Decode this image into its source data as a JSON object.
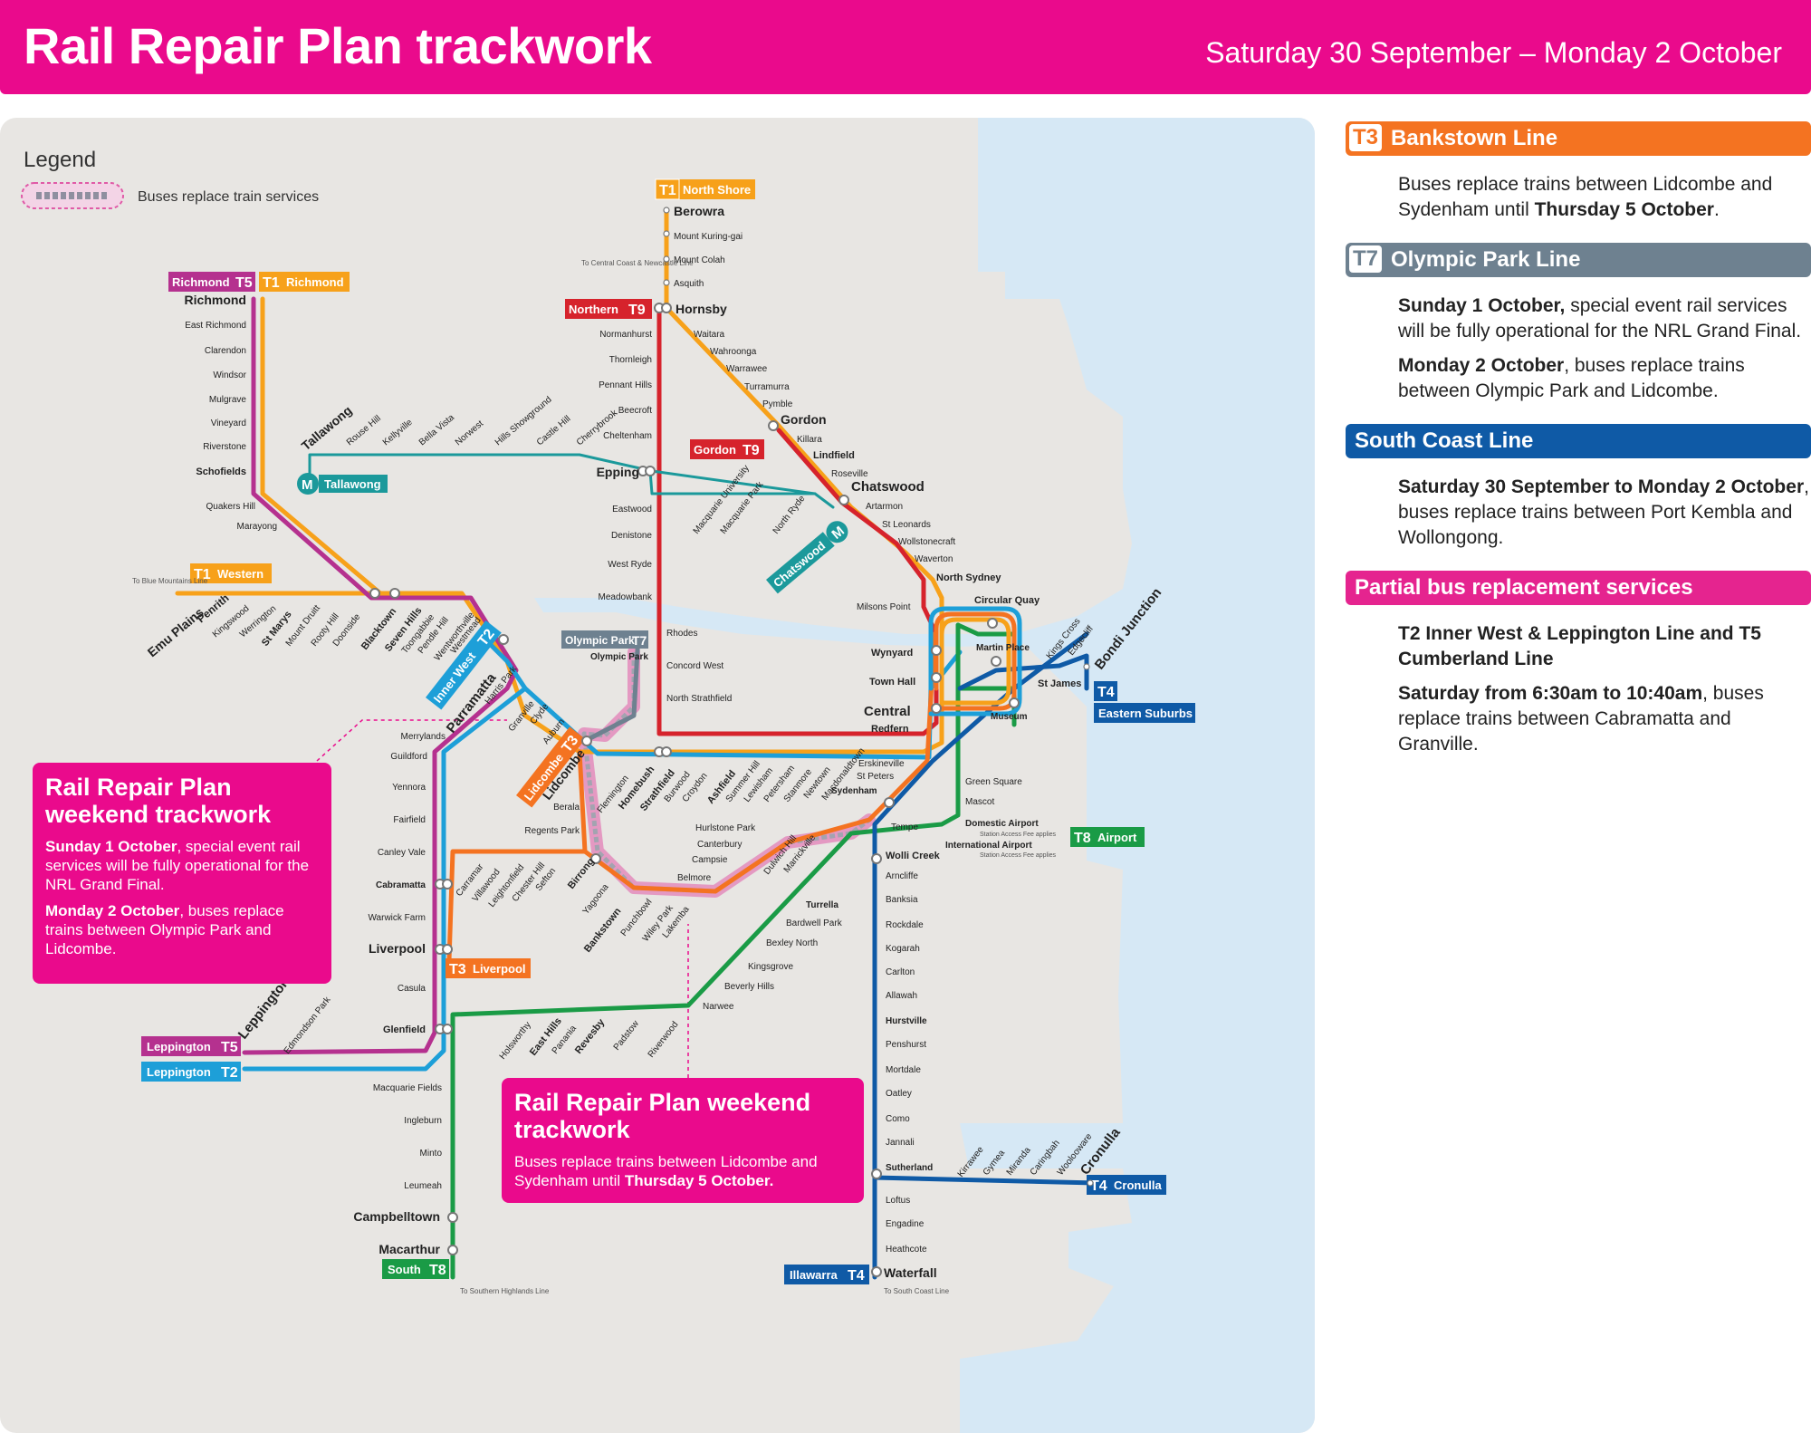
{
  "header": {
    "title": "Rail Repair Plan trackwork",
    "date_range": "Saturday 30 September – Monday 2 October"
  },
  "legend": {
    "title": "Legend",
    "bus_label": "Buses replace train services"
  },
  "colors": {
    "brand_pink": "#ea0a8c",
    "t1": "#f7a11a",
    "t2": "#1d9fd8",
    "t3": "#f47321",
    "t4": "#0f5aa6",
    "t5": "#b5318f",
    "t7": "#6e8190",
    "t8": "#1a9b46",
    "t9": "#d6232c",
    "metro": "#1b999b",
    "water": "#d6e8f5"
  },
  "side_panel": {
    "t3": {
      "code": "T3",
      "name": "Bankstown Line",
      "text_pre": "Buses replace trains between Lidcombe and Sydenham until ",
      "text_bold": "Thursday 5 October",
      "text_post": "."
    },
    "t7": {
      "code": "T7",
      "name": "Olympic Park Line",
      "p1_bold": "Sunday 1 October,",
      "p1_text": " special event rail services will be fully operational for the NRL Grand Final.",
      "p2_bold": "Monday 2 October",
      "p2_text": ", buses replace trains between Olympic Park and Lidcombe."
    },
    "south_coast": {
      "name": "South Coast Line",
      "bold": "Saturday 30 September to Monday 2 October",
      "text": ", buses replace trains between Port Kembla and Wollongong."
    },
    "partial": {
      "name": "Partial bus replacement services",
      "heading": "T2 Inner West & Leppington Line and T5 Cumberland Line",
      "bold": "Saturday from 6:30am to 10:40am",
      "text": ", buses replace trains between Cabramatta and Granville."
    }
  },
  "promo_left": {
    "title": "Rail Repair Plan weekend trackwork",
    "p1_bold": "Sunday 1 October",
    "p1_text": ", special event rail services will be fully operational for the NRL Grand Final.",
    "p2_bold": "Monday 2 October",
    "p2_text": ", buses replace trains between Olympic Park and Lidcombe."
  },
  "promo_bottom": {
    "title": "Rail Repair Plan weekend trackwork",
    "text": "Buses replace trains between Lidcombe and Sydenham until ",
    "bold": "Thursday 5 October."
  },
  "line_badges": {
    "t1_north_shore": {
      "code": "T1",
      "name": "North Shore"
    },
    "t5_richmond": {
      "code": "T5",
      "name": "Richmond"
    },
    "t1_richmond": {
      "code": "T1",
      "name": "Richmond"
    },
    "t9_northern": {
      "code": "T9",
      "name": "Northern"
    },
    "t9_gordon": {
      "code": "T9",
      "name": "Gordon"
    },
    "t1_western": {
      "code": "T1",
      "name": "Western"
    },
    "t7_olympic": {
      "code": "T7",
      "name": "Olympic Park"
    },
    "t2_inner_west": {
      "code": "T2",
      "name": "Inner West"
    },
    "t3_lidcombe": {
      "code": "T3",
      "name": "Lidcombe"
    },
    "t3_liverpool": {
      "code": "T3",
      "name": "Liverpool"
    },
    "t5_leppington": {
      "code": "T5",
      "name": "Leppington"
    },
    "t2_leppington": {
      "code": "T2",
      "name": "Leppington"
    },
    "t8_south": {
      "code": "T8",
      "name": "South"
    },
    "t4_illawarra": {
      "code": "T4",
      "name": "Illawarra"
    },
    "t4_eastern": {
      "code": "T4",
      "name": "Eastern Suburbs"
    },
    "t4_cronulla": {
      "code": "T4",
      "name": "Cronulla"
    },
    "t8_airport": {
      "code": "T8",
      "name": "Airport"
    },
    "metro_tallawong": {
      "code": "M",
      "name": "Tallawong"
    },
    "metro_chatswood": {
      "code": "M",
      "name": "Chatswood"
    }
  },
  "notes": {
    "central_coast": "To Central Coast & Newcastle Line",
    "blue_mountains": "To Blue Mountains Line",
    "southern_highlands": "To Southern Highlands Line",
    "south_coast": "To South Coast Line",
    "access_fee_1": "Station Access Fee applies",
    "access_fee_2": "Station Access Fee applies"
  },
  "stations": {
    "berowra": "Berowra",
    "mount_kuring_gai": "Mount Kuring-gai",
    "mount_colah": "Mount Colah",
    "asquith": "Asquith",
    "hornsby": "Hornsby",
    "waitara": "Waitara",
    "wahroonga": "Wahroonga",
    "warrawee": "Warrawee",
    "turramurra": "Turramurra",
    "pymble": "Pymble",
    "gordon": "Gordon",
    "killara": "Killara",
    "lindfield": "Lindfield",
    "roseville": "Roseville",
    "chatswood": "Chatswood",
    "artarmon": "Artarmon",
    "st_leonards": "St Leonards",
    "wollstonecraft": "Wollstonecraft",
    "waverton": "Waverton",
    "north_sydney": "North Sydney",
    "milsons_point": "Milsons Point",
    "normanhurst": "Normanhurst",
    "thornleigh": "Thornleigh",
    "pennant_hills": "Pennant Hills",
    "beecroft": "Beecroft",
    "cheltenham": "Cheltenham",
    "epping": "Epping",
    "eastwood": "Eastwood",
    "denistone": "Denistone",
    "west_ryde": "West Ryde",
    "meadowbank": "Meadowbank",
    "rhodes": "Rhodes",
    "concord_west": "Concord West",
    "north_strathfield": "North Strathfield",
    "richmond": "Richmond",
    "east_richmond": "East Richmond",
    "clarendon": "Clarendon",
    "windsor": "Windsor",
    "mulgrave": "Mulgrave",
    "vineyard": "Vineyard",
    "riverstone": "Riverstone",
    "schofields": "Schofields",
    "quakers_hill": "Quakers Hill",
    "marayong": "Marayong",
    "tallawong": "Tallawong",
    "rouse_hill": "Rouse Hill",
    "kellyville": "Kellyville",
    "bella_vista": "Bella Vista",
    "norwest": "Norwest",
    "hills_showground": "Hills Showground",
    "castle_hill": "Castle Hill",
    "cherrybrook": "Cherrybrook",
    "macquarie_university": "Macquarie University",
    "macquarie_park": "Macquarie Park",
    "north_ryde": "North Ryde",
    "emu_plains": "Emu Plains",
    "penrith": "Penrith",
    "kingswood": "Kingswood",
    "werrington": "Werrington",
    "st_marys": "St Marys",
    "mount_druitt": "Mount Druitt",
    "rooty_hill": "Rooty Hill",
    "doonside": "Doonside",
    "blacktown": "Blacktown",
    "seven_hills": "Seven Hills",
    "toongabbie": "Toongabbie",
    "pendle_hill": "Pendle Hill",
    "wentworthville": "Wentworthville",
    "westmead": "Westmead",
    "parramatta": "Parramatta",
    "harris_park": "Harris Park",
    "granville": "Granville",
    "clyde": "Clyde",
    "auburn": "Auburn",
    "lidcombe": "Lidcombe",
    "olympic_park": "Olympic Park",
    "flemington": "Flemington",
    "homebush": "Homebush",
    "strathfield": "Strathfield",
    "burwood": "Burwood",
    "croydon": "Croydon",
    "ashfield": "Ashfield",
    "summer_hill": "Summer Hill",
    "lewisham": "Lewisham",
    "petersham": "Petersham",
    "stanmore": "Stanmore",
    "newtown": "Newtown",
    "macdonaldtown": "Macdonaldtown",
    "erskineville": "Erskineville",
    "st_peters": "St Peters",
    "sydenham": "Sydenham",
    "redfern": "Redfern",
    "central": "Central",
    "town_hall": "Town Hall",
    "wynyard": "Wynyard",
    "circular_quay": "Circular Quay",
    "martin_place": "Martin Place",
    "st_james": "St James",
    "museum": "Museum",
    "kings_cross": "Kings Cross",
    "edgecliff": "Edgecliff",
    "bondi_junction": "Bondi Junction",
    "merrylands": "Merrylands",
    "guildford": "Guildford",
    "yennora": "Yennora",
    "fairfield": "Fairfield",
    "canley_vale": "Canley Vale",
    "cabramatta": "Cabramatta",
    "warwick_farm": "Warwick Farm",
    "liverpool": "Liverpool",
    "casula": "Casula",
    "glenfield": "Glenfield",
    "edmondson_park": "Edmondson Park",
    "leppington": "Leppington",
    "macquarie_fields": "Macquarie Fields",
    "ingleburn": "Ingleburn",
    "minto": "Minto",
    "leumeah": "Leumeah",
    "campbelltown": "Campbelltown",
    "macarthur": "Macarthur",
    "carramar": "Carramar",
    "villawood": "Villawood",
    "leightonfield": "Leightonfield",
    "chester_hill": "Chester Hill",
    "sefton": "Sefton",
    "berala": "Berala",
    "regents_park": "Regents Park",
    "birrong": "Birrong",
    "yagoona": "Yagoona",
    "bankstown": "Bankstown",
    "punchbowl": "Punchbowl",
    "wiley_park": "Wiley Park",
    "lakemba": "Lakemba",
    "belmore": "Belmore",
    "campsie": "Campsie",
    "canterbury": "Canterbury",
    "hurlstone_park": "Hurlstone Park",
    "dulwich_hill": "Dulwich Hill",
    "marrickville": "Marrickville",
    "holsworthy": "Holsworthy",
    "east_hills": "East Hills",
    "panania": "Panania",
    "revesby": "Revesby",
    "padstow": "Padstow",
    "riverwood": "Riverwood",
    "narwee": "Narwee",
    "beverly_hills": "Beverly Hills",
    "kingsgrove": "Kingsgrove",
    "bexley_north": "Bexley North",
    "bardwell_park": "Bardwell Park",
    "turrella": "Turrella",
    "tempe": "Tempe",
    "wolli_creek": "Wolli Creek",
    "green_square": "Green Square",
    "mascot": "Mascot",
    "domestic_airport": "Domestic Airport",
    "international_airport": "International Airport",
    "arncliffe": "Arncliffe",
    "banksia": "Banksia",
    "rockdale": "Rockdale",
    "kogarah": "Kogarah",
    "carlton": "Carlton",
    "allawah": "Allawah",
    "hurstville": "Hurstville",
    "penshurst": "Penshurst",
    "mortdale": "Mortdale",
    "oatley": "Oatley",
    "como": "Como",
    "jannali": "Jannali",
    "sutherland": "Sutherland",
    "loftus": "Loftus",
    "engadine": "Engadine",
    "heathcote": "Heathcote",
    "waterfall": "Waterfall",
    "kirrawee": "Kirrawee",
    "gymea": "Gymea",
    "miranda": "Miranda",
    "caringbah": "Caringbah",
    "woolooware": "Woolooware",
    "cronulla": "Cronulla"
  }
}
